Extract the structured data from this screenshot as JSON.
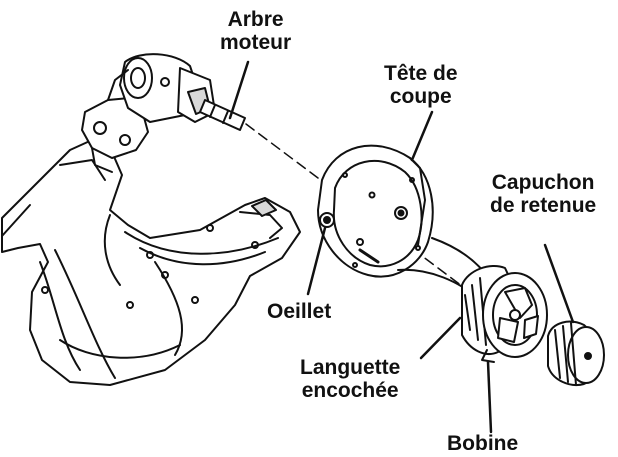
{
  "labels": {
    "drive_shaft": [
      "Arbre",
      "moteur"
    ],
    "cutting_head": [
      "Tête de",
      "coupe"
    ],
    "retaining_cap": [
      "Capuchon",
      "de retenue"
    ],
    "eyelet": [
      "Oeillet"
    ],
    "notched_tab": [
      "Languette",
      "encochée"
    ],
    "spool": [
      "Bobine"
    ]
  },
  "colors": {
    "line": "#111111",
    "fill": "#ffffff",
    "shade": "#d9d9d9"
  }
}
